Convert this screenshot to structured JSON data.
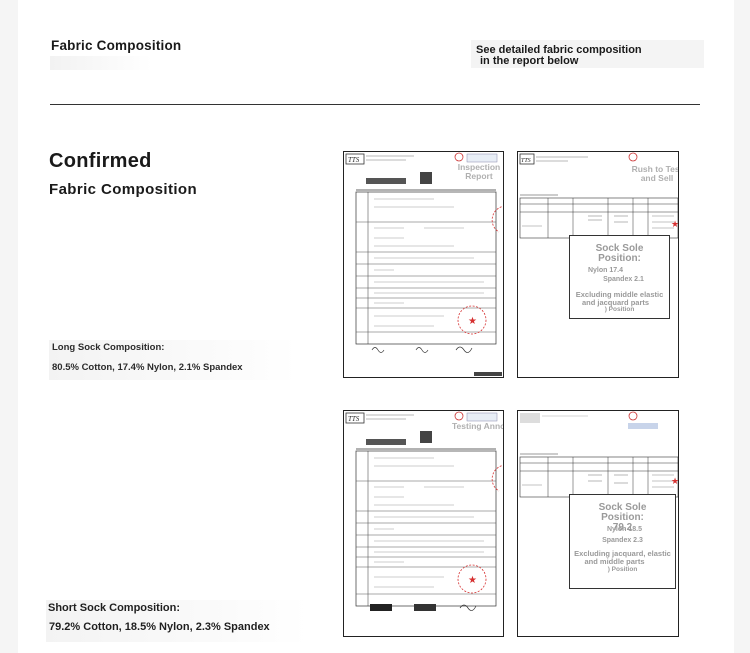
{
  "header": {
    "left_title": "Fabric Composition",
    "right_line1": "See detailed fabric composition",
    "right_line2": "in the report below"
  },
  "intro": {
    "title": "Confirmed",
    "subtitle": "Fabric Composition"
  },
  "long_sock": {
    "label": "Long Sock Composition:",
    "value": "80.5% Cotton, 17.4% Nylon, 2.1% Spandex"
  },
  "short_sock": {
    "label": "Short Sock Composition:",
    "value": "79.2% Cotton, 18.5% Nylon, 2.3% Spandex"
  },
  "reports": {
    "long_left_tag_1": "Inspection",
    "long_left_tag_2": "Report",
    "long_right_tag_1": "Rush to Test",
    "long_right_tag_2": "and Sell",
    "short_left_tag": "Testing Announcement",
    "long_overlay": {
      "line1": "Sock Sole",
      "line2": "Position:",
      "line3": "Nylon 17.4",
      "line4": "Spandex 2.1",
      "line5": "Excluding middle elastic",
      "line6": "and jacquard parts",
      "line7": ") Position"
    },
    "short_overlay": {
      "line1": "Sock Sole",
      "line2": "Position:",
      "line3": "79.2",
      "line4": "Nylon 18.5",
      "line5": "Spandex 2.3",
      "line6": "Excluding jacquard, elastic",
      "line7": "and middle parts",
      "line8": ") Position"
    },
    "logo_text": "TTS",
    "stamp_color": "#d63030"
  }
}
